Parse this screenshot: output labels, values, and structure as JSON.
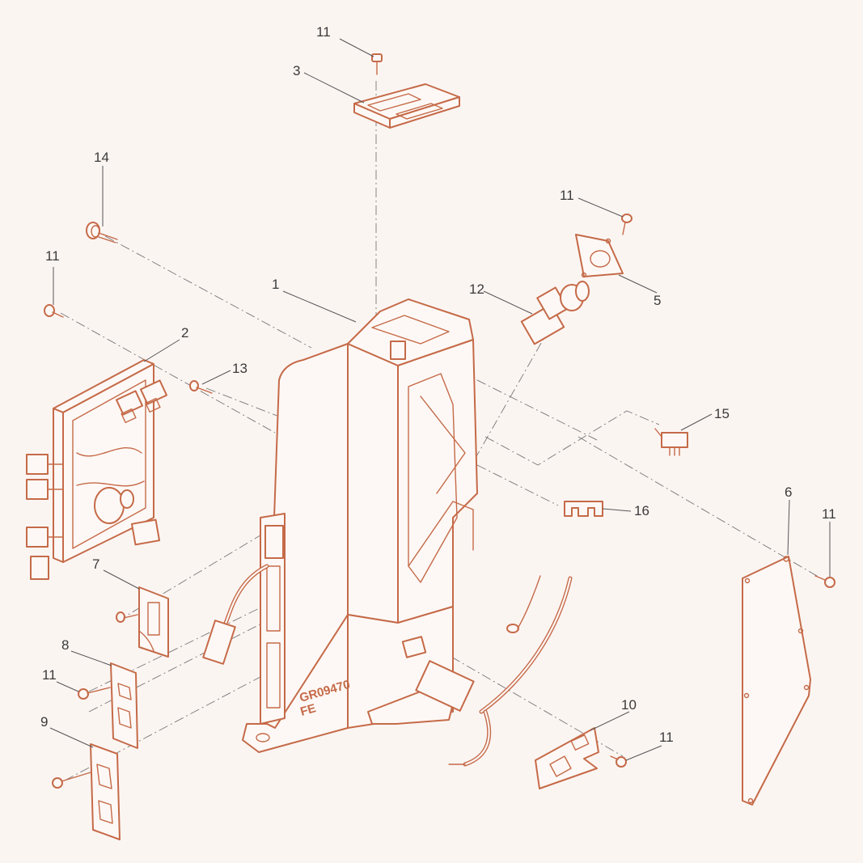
{
  "colors": {
    "background": "#fbf5f2",
    "line": "#c56a48",
    "fill": "#fdf8f5",
    "label": "#3a3a3a",
    "leader": "#555555"
  },
  "drawing": {
    "housing_marking_line1": "GR09470",
    "housing_marking_line2": "FE"
  },
  "callouts": [
    {
      "id": "c-11a",
      "label": "11"
    },
    {
      "id": "c-3",
      "label": "3"
    },
    {
      "id": "c-14",
      "label": "14"
    },
    {
      "id": "c-11b",
      "label": "11"
    },
    {
      "id": "c-12",
      "label": "12"
    },
    {
      "id": "c-5",
      "label": "5"
    },
    {
      "id": "c-11c",
      "label": "11"
    },
    {
      "id": "c-1",
      "label": "1"
    },
    {
      "id": "c-2",
      "label": "2"
    },
    {
      "id": "c-13",
      "label": "13"
    },
    {
      "id": "c-15",
      "label": "15"
    },
    {
      "id": "c-16",
      "label": "16"
    },
    {
      "id": "c-6",
      "label": "6"
    },
    {
      "id": "c-11d",
      "label": "11"
    },
    {
      "id": "c-7",
      "label": "7"
    },
    {
      "id": "c-8",
      "label": "8"
    },
    {
      "id": "c-11e",
      "label": "11"
    },
    {
      "id": "c-9",
      "label": "9"
    },
    {
      "id": "c-10",
      "label": "10"
    },
    {
      "id": "c-11f",
      "label": "11"
    }
  ]
}
